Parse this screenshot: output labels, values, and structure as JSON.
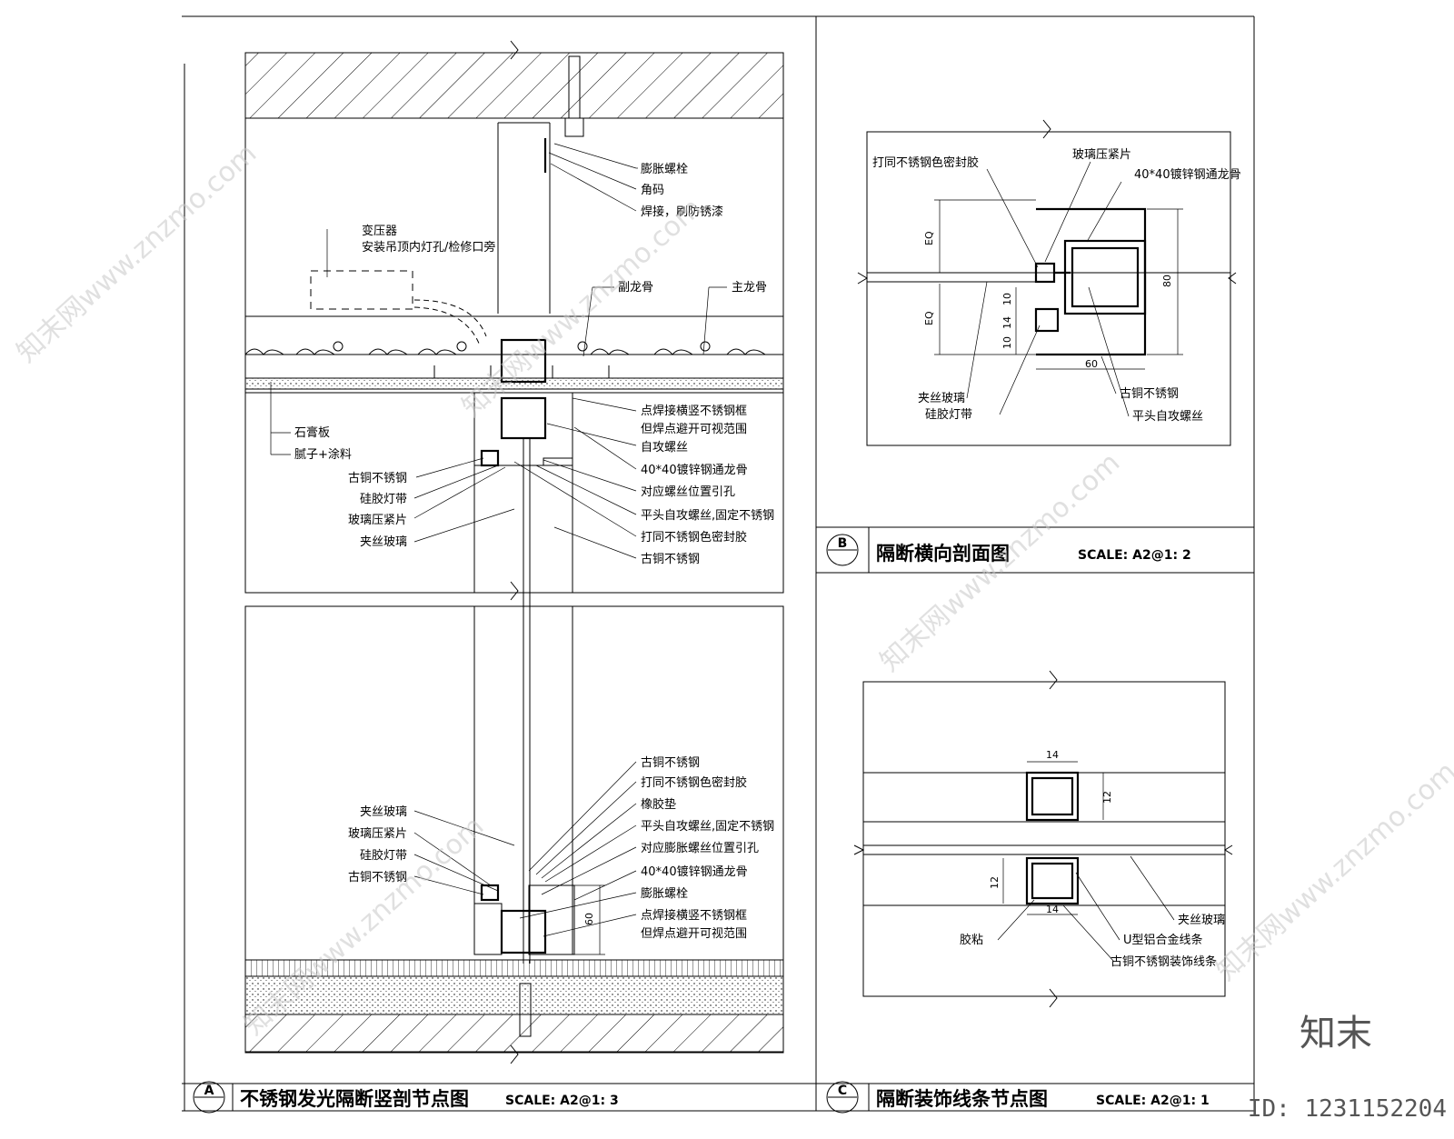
{
  "panelA": {
    "title": "不锈钢发光隔断竖剖节点图",
    "scale": "SCALE: A2@1: 3",
    "badge": "A",
    "top_labels": [
      "膨胀螺栓",
      "角码",
      "焊接，刷防锈漆"
    ],
    "transformer": [
      "变压器",
      "安装吊顶内灯孔/检修口旁"
    ],
    "keel_labels": [
      "副龙骨",
      "主龙骨"
    ],
    "ceiling_left": [
      "石膏板",
      "腻子+涂料"
    ],
    "upper_right": [
      "点焊接横竖不锈钢框",
      "但焊点避开可视范围",
      "自攻螺丝",
      "40*40镀锌钢通龙骨",
      "对应螺丝位置引孔",
      "平头自攻螺丝,固定不锈钢",
      "打同不锈钢色密封胶",
      "古铜不锈钢"
    ],
    "upper_left": [
      "古铜不锈钢",
      "硅胶灯带",
      "玻璃压紧片",
      "夹丝玻璃"
    ],
    "lower_right": [
      "古铜不锈钢",
      "打同不锈钢色密封胶",
      "橡胶垫",
      "平头自攻螺丝,固定不锈钢",
      "对应膨胀螺丝位置引孔",
      "40*40镀锌钢通龙骨",
      "膨胀螺栓",
      "点焊接横竖不锈钢框",
      "但焊点避开可视范围"
    ],
    "lower_left": [
      "夹丝玻璃",
      "玻璃压紧片",
      "硅胶灯带",
      "古铜不锈钢"
    ],
    "dim_60": "60"
  },
  "panelB": {
    "title": "隔断横向剖面图",
    "scale": "SCALE: A2@1: 2",
    "badge": "B",
    "labels_top": [
      "打同不锈钢色密封胶",
      "玻璃压紧片",
      "40*40镀锌钢通龙骨"
    ],
    "labels_bottom_left": [
      "夹丝玻璃",
      "硅胶灯带"
    ],
    "labels_bottom_right": [
      "古铜不锈钢",
      "平头自攻螺丝"
    ],
    "dims": {
      "eq1": "EQ",
      "eq2": "EQ",
      "d80": "80",
      "d60": "60",
      "d10a": "10",
      "d14": "14",
      "d10b": "10"
    }
  },
  "panelC": {
    "title": "隔断装饰线条节点图",
    "scale": "SCALE: A2@1: 1",
    "badge": "C",
    "labels": [
      "夹丝玻璃",
      "胶粘",
      "U型铝合金线条",
      "古铜不锈钢装饰线条"
    ],
    "dims": {
      "top14": "14",
      "right12": "12",
      "left12": "12",
      "bot14": "14"
    }
  },
  "watermark": {
    "brand": "知末",
    "id": "ID: 1231152204",
    "text": "知末网www.znzmo.com"
  }
}
